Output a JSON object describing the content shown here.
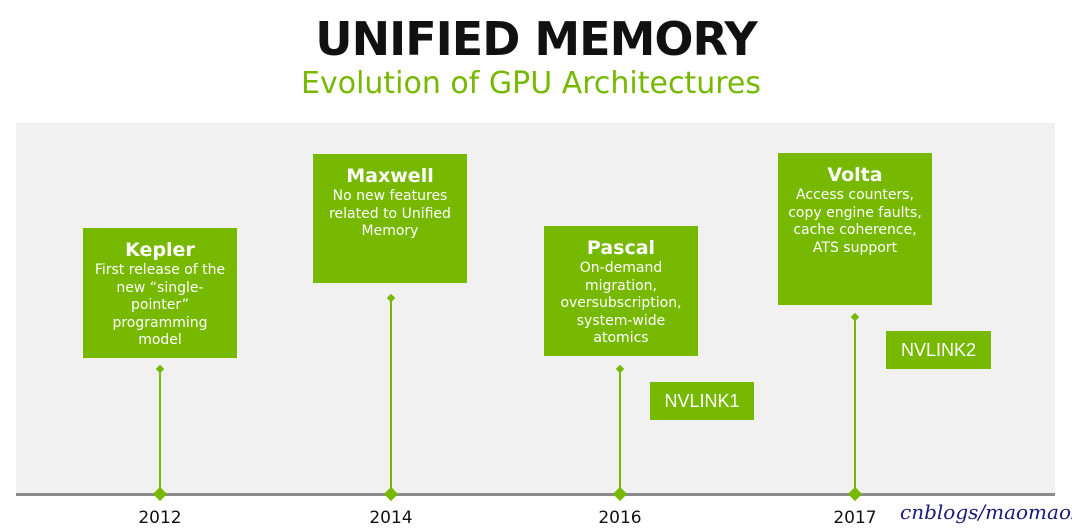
{
  "title": "UNIFIED MEMORY",
  "subtitle": "Evolution of GPU Architectures",
  "architectures": [
    {
      "name": "Kepler",
      "description": "First release of the new “single-pointer” programming model",
      "year": "2012"
    },
    {
      "name": "Maxwell",
      "description": "No new features related to Unified Memory",
      "year": "2014"
    },
    {
      "name": "Pascal",
      "description": "On-demand migration, oversubscription, system-wide atomics",
      "year": "2016"
    },
    {
      "name": "Volta",
      "description": "Access counters, copy engine faults, cache coherence, ATS support",
      "year": "2017"
    }
  ],
  "interconnects": [
    "NVLINK1",
    "NVLINK2"
  ],
  "watermark": "cnblogs/maomaozi",
  "colors": {
    "accent": "#76b900",
    "panel": "#f1f1f1"
  }
}
